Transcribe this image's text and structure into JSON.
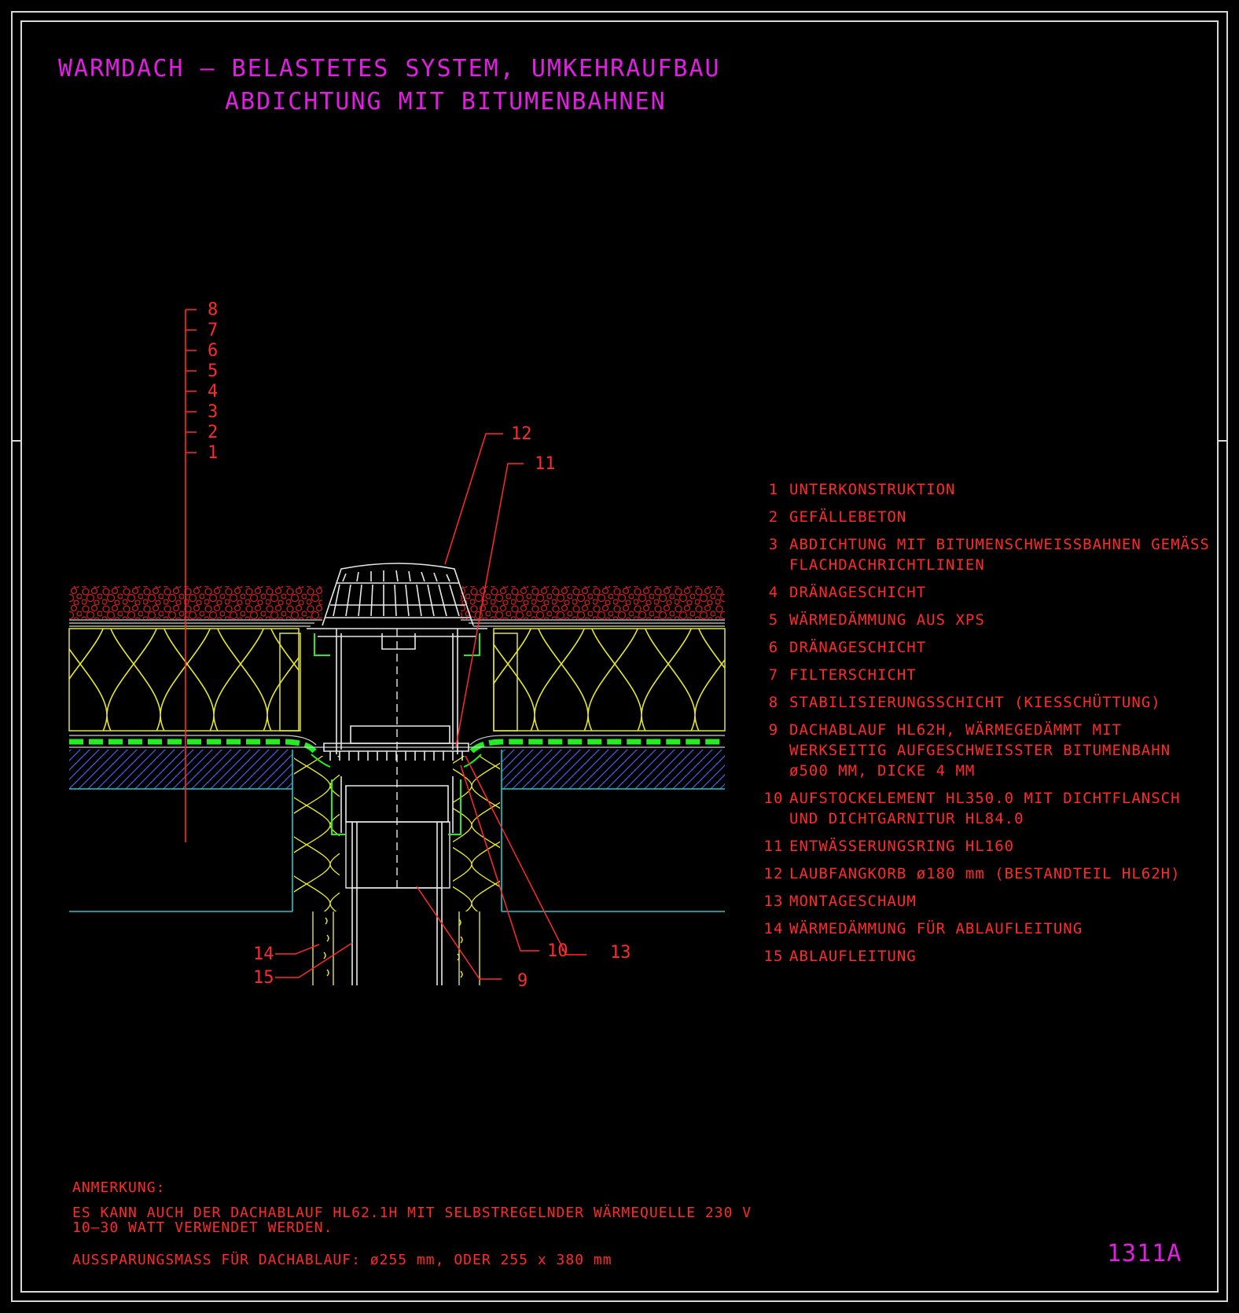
{
  "title": {
    "line1": "WARMDACH – BELASTETES SYSTEM, UMKEHRAUFBAU",
    "line2": "ABDICHTUNG MIT BITUMENBAHNEN"
  },
  "layer_scale": [
    "8",
    "7",
    "6",
    "5",
    "4",
    "3",
    "2",
    "1"
  ],
  "callouts": {
    "c12": "12",
    "c11": "11",
    "c10": "10",
    "c13": "13",
    "c14": "14",
    "c15": "15",
    "c9": "9"
  },
  "legend": [
    {
      "num": "1",
      "text": "UNTERKONSTRUKTION"
    },
    {
      "num": "2",
      "text": "GEFÄLLEBETON"
    },
    {
      "num": "3",
      "text": "ABDICHTUNG MIT BITUMENSCHWEISSBAHNEN GEMÄSS FLACHDACHRICHTLINIEN"
    },
    {
      "num": "4",
      "text": "DRÄNAGESCHICHT"
    },
    {
      "num": "5",
      "text": "WÄRMEDÄMMUNG AUS XPS"
    },
    {
      "num": "6",
      "text": "DRÄNAGESCHICHT"
    },
    {
      "num": "7",
      "text": "FILTERSCHICHT"
    },
    {
      "num": "8",
      "text": "STABILISIERUNGSSCHICHT (KIESSCHÜTTUNG)"
    },
    {
      "num": "9",
      "text": "DACHABLAUF HL62H, WÄRMEGEDÄMMT MIT WERKSEITIG AUFGESCHWEISSTER BITUMENBAHN ø500 MM, DICKE 4 MM"
    },
    {
      "num": "10",
      "text": "AUFSTOCKELEMENT HL350.0 MIT DICHTFLANSCH UND DICHTGARNITUR HL84.0"
    },
    {
      "num": "11",
      "text": "ENTWÄSSERUNGSRING HL160"
    },
    {
      "num": "12",
      "text": "LAUBFANGKORB ø180 mm (BESTANDTEIL HL62H)"
    },
    {
      "num": "13",
      "text": "MONTAGESCHAUM"
    },
    {
      "num": "14",
      "text": "WÄRMEDÄMMUNG FÜR ABLAUFLEITUNG"
    },
    {
      "num": "15",
      "text": "ABLAUFLEITUNG"
    }
  ],
  "notes": {
    "heading": "ANMERKUNG:",
    "line1": "ES KANN AUCH DER DACHABLAUF HL62.1H MIT SELBSTREGELNDER WÄRMEQUELLE 230 V",
    "line2": "10–30 WATT VERWENDET WERDEN.",
    "line3": "AUSSPARUNGSMASS FÜR DACHABLAUF: ø255 mm, ODER 255 x 380 mm"
  },
  "drawing_number": "1311A",
  "colors": {
    "background": "#000000",
    "frame": "#d8d8d8",
    "title": "#e21ee2",
    "annotation": "#ff2a2a",
    "insulation": "#e6e62a",
    "drainage": "#22ee22",
    "concrete_hatch": "#4a5ad8",
    "slab_line": "#22c8c8",
    "gravel": "#c81e1e",
    "drain_body": "#e8e8e8"
  }
}
